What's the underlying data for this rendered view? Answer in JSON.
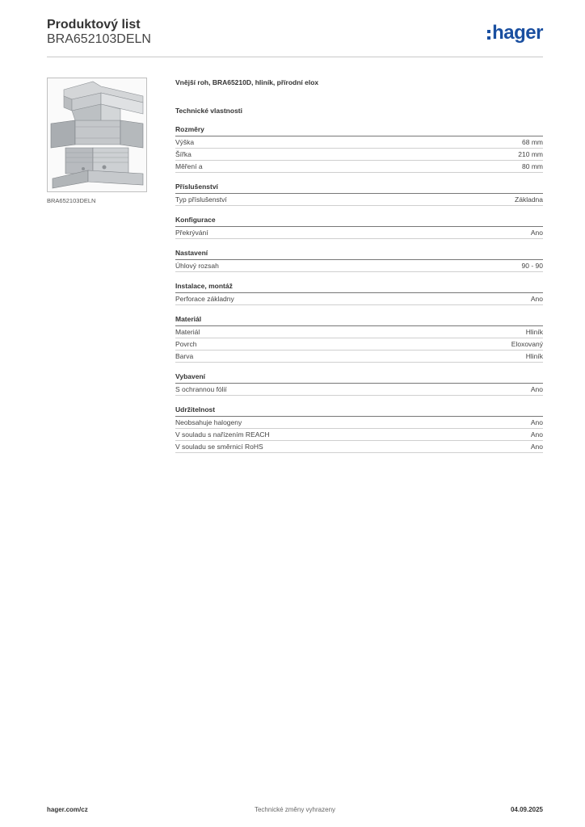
{
  "header": {
    "title": "Produktový list",
    "code": "BRA652103DELN",
    "logo_text": "hager",
    "logo_color": "#1a4fa0"
  },
  "product": {
    "image_caption": "BRA652103DELN",
    "description": "Vnější roh, BRA65210D, hliník, přírodní elox"
  },
  "specs": {
    "heading": "Technické vlastnosti",
    "sections": [
      {
        "title": "Rozměry",
        "rows": [
          {
            "label": "Výška",
            "value": "68 mm"
          },
          {
            "label": "Šířka",
            "value": "210 mm"
          },
          {
            "label": "Měření a",
            "value": "80 mm"
          }
        ]
      },
      {
        "title": "Příslušenství",
        "rows": [
          {
            "label": "Typ příslušenství",
            "value": "Základna"
          }
        ]
      },
      {
        "title": "Konfigurace",
        "rows": [
          {
            "label": "Překrývání",
            "value": "Ano"
          }
        ]
      },
      {
        "title": "Nastavení",
        "rows": [
          {
            "label": "Úhlový rozsah",
            "value": "90 - 90"
          }
        ]
      },
      {
        "title": "Instalace, montáž",
        "rows": [
          {
            "label": "Perforace základny",
            "value": "Ano"
          }
        ]
      },
      {
        "title": "Materiál",
        "rows": [
          {
            "label": "Materiál",
            "value": "Hliník"
          },
          {
            "label": "Povrch",
            "value": "Eloxovaný"
          },
          {
            "label": "Barva",
            "value": "Hliník"
          }
        ]
      },
      {
        "title": "Vybavení",
        "rows": [
          {
            "label": "S ochrannou fólií",
            "value": "Ano"
          }
        ]
      },
      {
        "title": "Udržitelnost",
        "rows": [
          {
            "label": "Neobsahuje halogeny",
            "value": "Ano"
          },
          {
            "label": "V souladu s nařízením REACH",
            "value": "Ano"
          },
          {
            "label": "V souladu se směrnicí RoHS",
            "value": "Ano"
          }
        ]
      }
    ]
  },
  "footer": {
    "website": "hager.com/cz",
    "notice": "Technické změny vyhrazeny",
    "date": "04.09.2025"
  }
}
